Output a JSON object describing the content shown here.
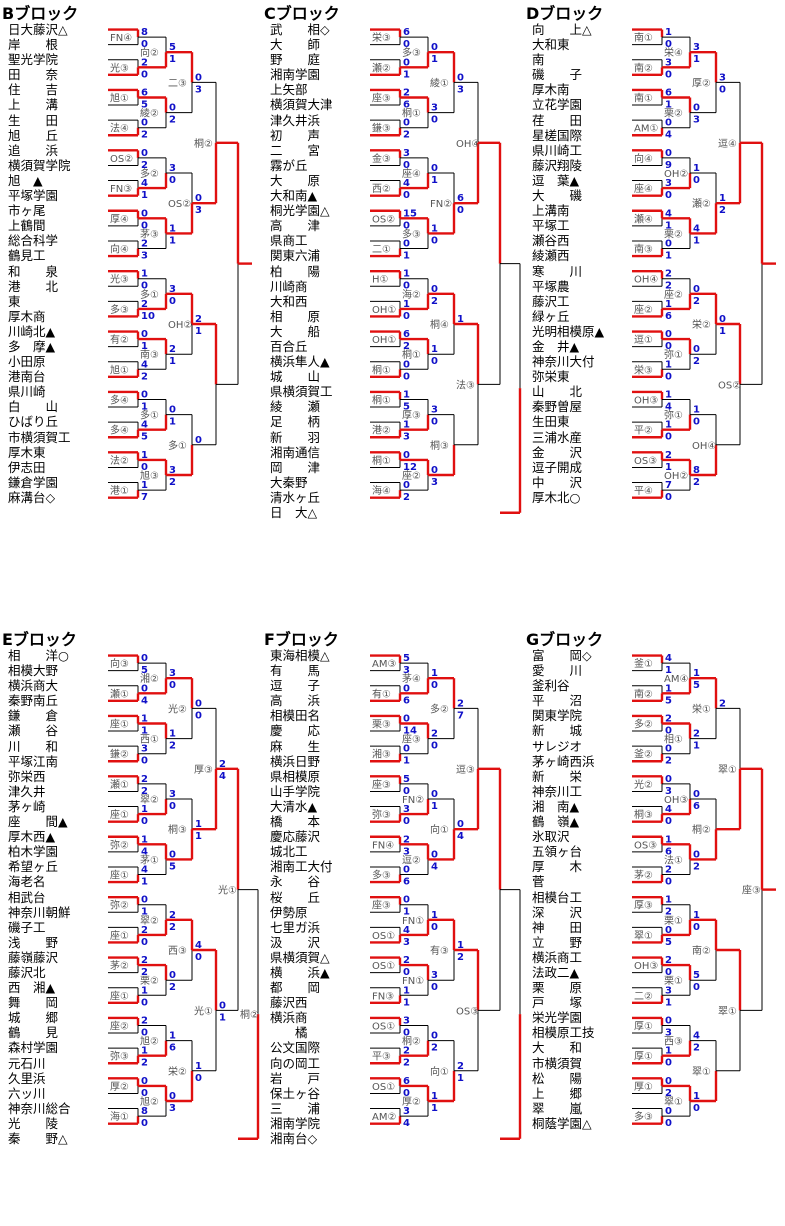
{
  "blocks": [
    {
      "id": "B",
      "title": "Bブロック",
      "teams": [
        "日大藤沢△",
        "岸　　根",
        "聖光学院",
        "田　　奈",
        "住　　吉",
        "上　　溝",
        "生　　田",
        "旭　　丘",
        "追　　浜",
        "横須賀学院",
        "旭　▲",
        "平塚学園",
        "市ヶ尾",
        "上鶴間",
        "総合科学",
        "鶴見工",
        "和　　泉",
        "港　　北",
        "東",
        "厚木商",
        "川崎北▲",
        "多　摩▲",
        "小田原",
        "港南台",
        "県川崎",
        "白　　山",
        "ひばり丘",
        "市横須賀工",
        "厚木東",
        "伊志田",
        "鎌倉学園",
        "麻溝台◇"
      ],
      "scores": [
        "8",
        "0",
        "2",
        "0",
        "6",
        "5",
        "0",
        "2",
        "0",
        "2",
        "4",
        "1",
        "0",
        "0",
        "2",
        "3",
        "1",
        "0",
        "2",
        "10",
        "0",
        "1",
        "4",
        "2",
        "0",
        "1",
        "4",
        "5",
        "1",
        "0",
        "1",
        "7",
        "5",
        "1",
        "0",
        "2",
        "3",
        "0",
        "1",
        "1",
        "3",
        "0",
        "2",
        "1",
        "0",
        "1",
        "3",
        "2",
        "0",
        "3",
        "0",
        "3",
        "2",
        "1",
        "0"
      ],
      "notes": [
        "FN④",
        "光③",
        "旭①",
        "法④",
        "OS②",
        "FN③",
        "厚④",
        "向④",
        "光③",
        "多③",
        "有②",
        "旭①",
        "多④",
        "多④",
        "法②",
        "港①",
        "向②",
        "綾②",
        "多②",
        "茅③",
        "多①",
        "南③",
        "多①",
        "旭③",
        "二③",
        "OS②",
        "OH②",
        "多①",
        "桐②"
      ]
    },
    {
      "id": "C",
      "title": "Cブロック",
      "teams": [
        "武　　相◇",
        "大　　師",
        "野　　庭",
        "湘南学園",
        "上矢部",
        "横須賀大津",
        "津久井浜",
        "初　　声",
        "二　　宮",
        "霧が丘",
        "大　　原",
        "大和南▲",
        "桐光学園△",
        "高　　津",
        "県商工",
        "関東六浦",
        "柏　　陽",
        "川崎商",
        "大和西",
        "相　　原",
        "大　　船",
        "百合丘",
        "横浜隼人▲",
        "城　　山",
        "県横須賀工",
        "綾　　瀬",
        "足　　柄",
        "新　　羽",
        "湘南通信",
        "岡　　津",
        "大秦野",
        "清水ヶ丘",
        "日　大△"
      ],
      "scores": [
        "6",
        "0",
        "0",
        "1",
        "2",
        "6",
        "0",
        "2",
        "3",
        "0",
        "4",
        "0",
        "15",
        "0",
        "0",
        "1",
        "1",
        "0",
        "1",
        "0",
        "6",
        "2",
        "0",
        "0",
        "1",
        "5",
        "1",
        "3",
        "0",
        "12",
        "0",
        "2",
        "0",
        "1",
        "3",
        "0",
        "0",
        "1",
        "1",
        "0",
        "0",
        "2",
        "1",
        "0",
        "3",
        "0",
        "0",
        "3",
        "0",
        "3",
        "6",
        "0",
        "1"
      ],
      "notes": [
        "栄③",
        "瀬②",
        "座③",
        "鎌③",
        "金③",
        "西②",
        "OS②",
        "二①",
        "H①",
        "OH①",
        "OH①",
        "桐①",
        "桐①",
        "港②",
        "桐①",
        "海④",
        "多③",
        "桐①",
        "座④",
        "多③",
        "海②",
        "桐①",
        "厚③",
        "座②",
        "綾①",
        "FN②",
        "桐④",
        "桐③",
        "OH④",
        "法③"
      ]
    },
    {
      "id": "D",
      "title": "Dブロック",
      "teams": [
        "向　　上△",
        "大和東",
        "南",
        "磯　　子",
        "厚木南",
        "立花学園",
        "荏　　田",
        "星槎国際",
        "県川崎工",
        "藤沢翔陵",
        "逗　葉▲",
        "大　　磯",
        "上溝南",
        "平塚工",
        "瀬谷西",
        "綾瀬西",
        "寒　　川",
        "平塚農",
        "藤沢工",
        "緑ヶ丘",
        "光明相模原▲",
        "金　井▲",
        "神奈川大付",
        "弥栄東",
        "山　　北",
        "秦野曽屋",
        "生田東",
        "三浦水産",
        "金　　沢",
        "逗子開成",
        "中　　沢",
        "厚木北○"
      ],
      "scores": [
        "1",
        "0",
        "3",
        "0",
        "6",
        "1",
        "0",
        "4",
        "0",
        "9",
        "3",
        "0",
        "4",
        "1",
        "0",
        "1",
        "2",
        "2",
        "1",
        "6",
        "0",
        "0",
        "1",
        "0",
        "1",
        "4",
        "1",
        "0",
        "2",
        "1",
        "7",
        "0",
        "3",
        "1",
        "0",
        "3",
        "1",
        "0",
        "4",
        "1",
        "0",
        "2",
        "0",
        "2",
        "1",
        "0",
        "8",
        "2",
        "3",
        "0",
        "1",
        "2",
        "0",
        "1"
      ],
      "notes": [
        "南①",
        "南②",
        "南①",
        "AM①",
        "向④",
        "座④",
        "瀬④",
        "南③",
        "OH④",
        "座②",
        "逗①",
        "栄③",
        "OH③",
        "平②",
        "OS③",
        "平④",
        "栄④",
        "栗②",
        "OH②",
        "栗②",
        "座②",
        "弥①",
        "弥①",
        "OH②",
        "厚②",
        "瀬②",
        "栄②",
        "OH④",
        "逗④",
        "OS②"
      ]
    },
    {
      "id": "E",
      "title": "Eブロック",
      "teams": [
        "相　　洋○",
        "相模大野",
        "横浜商大",
        "秦野南丘",
        "鎌　　倉",
        "瀬　　谷",
        "川　　和",
        "平塚江南",
        "弥栄西",
        "津久井",
        "茅ヶ崎",
        "座　　間▲",
        "厚木西▲",
        "柏木学園",
        "希望ヶ丘",
        "海老名",
        "相武台",
        "神奈川朝鮮",
        "磯子工",
        "浅　　野",
        "藤嶺藤沢",
        "藤沢北",
        "西　湘▲",
        "舞　　岡",
        "城　　郷",
        "鶴　　見",
        "森村学園",
        "元石川",
        "久里浜",
        "六ッ川",
        "神奈川総合",
        "光　　陵",
        "秦　　野△"
      ],
      "scores": [
        "0",
        "5",
        "0",
        "4",
        "1",
        "1",
        "3",
        "0",
        "2",
        "2",
        "1",
        "0",
        "1",
        "4",
        "4",
        "1",
        "0",
        "1",
        "2",
        "0",
        "2",
        "2",
        "1",
        "0",
        "2",
        "0",
        "1",
        "2",
        "0",
        "0",
        "8",
        "0",
        "3",
        "0",
        "1",
        "2",
        "3",
        "0",
        "0",
        "5",
        "2",
        "2",
        "0",
        "2",
        "1",
        "6",
        "0",
        "3",
        "0",
        "0",
        "1",
        "1",
        "4",
        "0",
        "1",
        "0",
        "2",
        "4",
        "0",
        "1"
      ],
      "notes": [
        "向③",
        "瀬①",
        "座①",
        "鎌②",
        "瀬①",
        "座①",
        "弥②",
        "座①",
        "弥②",
        "座①",
        "茅②",
        "座①",
        "座②",
        "弥③",
        "厚②",
        "海①",
        "湘②",
        "西①",
        "翠②",
        "茅①",
        "翠②",
        "栗②",
        "旭②",
        "旭②",
        "光②",
        "桐③",
        "西③",
        "栄②",
        "厚③",
        "光①",
        "光①",
        "桐②"
      ]
    },
    {
      "id": "F",
      "title": "Fブロック",
      "teams": [
        "東海相模△",
        "有　　馬",
        "逗　　子",
        "高　　浜",
        "相模田名",
        "慶　　応",
        "麻　　生",
        "横浜日野",
        "県相模原",
        "山手学院",
        "大清水▲",
        "橋　　本",
        "慶応藤沢",
        "城北工",
        "湘南工大付",
        "永　　谷",
        "桜　　丘",
        "伊勢原",
        "七里ガ浜",
        "汲　　沢",
        "県横須賀△",
        "横　　浜▲",
        "都　　岡",
        "藤沢西",
        "横浜商",
        "　　橘",
        "公文国際",
        "向の岡工",
        "岩　　戸",
        "保土ヶ谷",
        "三　　浦",
        "湘南学院",
        "湘南台◇"
      ],
      "scores": [
        "5",
        "3",
        "0",
        "6",
        "0",
        "14",
        "0",
        "1",
        "5",
        "0",
        "3",
        "0",
        "2",
        "3",
        "0",
        "6",
        "0",
        "1",
        "4",
        "3",
        "2",
        "0",
        "1",
        "1",
        "3",
        "0",
        "2",
        "2",
        "6",
        "0",
        "3",
        "4",
        "1",
        "0",
        "2",
        "0",
        "0",
        "1",
        "0",
        "4",
        "1",
        "0",
        "3",
        "0",
        "0",
        "2",
        "1",
        "1",
        "2",
        "7",
        "0",
        "4",
        "1",
        "2",
        "2",
        "1"
      ],
      "notes": [
        "AM③",
        "有①",
        "栗③",
        "湘③",
        "座③",
        "弥③",
        "FN④",
        "多③",
        "座③",
        "OS①",
        "OS①",
        "FN③",
        "OS①",
        "平③",
        "OS①",
        "AM②",
        "茅④",
        "座③",
        "FN②",
        "逗②",
        "FN①",
        "FN①",
        "桐②",
        "厚②",
        "多②",
        "向①",
        "有③",
        "向①",
        "逗③",
        "OS③"
      ]
    },
    {
      "id": "G",
      "title": "Gブロック",
      "teams": [
        "富　　岡◇",
        "愛　　川",
        "釜利谷",
        "平　　沼",
        "関東学院",
        "新　　城",
        "サレジオ",
        "茅ヶ崎西浜",
        "新　　栄",
        "神奈川工",
        "湘　南▲",
        "鶴　嶺▲",
        "氷取沢",
        "五領ヶ台",
        "厚　　木",
        "菅",
        "相模台工",
        "深　　沢",
        "神　　田",
        "立　　野",
        "横浜商工",
        "法政二▲",
        "栗　　原",
        "戸　　塚",
        "栄光学園",
        "相模原工技",
        "大　　和",
        "市横須賀",
        "松　　陽",
        "上　　郷",
        "翠　　嵐",
        "桐蔭学園△"
      ],
      "scores": [
        "4",
        "1",
        "1",
        "5",
        "2",
        "0",
        "0",
        "2",
        "0",
        "3",
        "4",
        "0",
        "1",
        "6",
        "2",
        "0",
        "1",
        "2",
        "0",
        "5",
        "2",
        "0",
        "3",
        "1",
        "0",
        "3",
        "1",
        "0",
        "0",
        "2",
        "0",
        "0",
        "1",
        "5",
        "2",
        "1",
        "0",
        "6",
        "0",
        "2",
        "1",
        "0",
        "5",
        "0",
        "4",
        "2",
        "1",
        "0",
        "2"
      ],
      "notes": [
        "釜①",
        "南②",
        "多②",
        "釜②",
        "光②",
        "桐③",
        "OS③",
        "茅②",
        "厚③",
        "翠①",
        "OH③",
        "二②",
        "厚①",
        "厚①",
        "厚①",
        "多③",
        "AM④",
        "相①",
        "OH③",
        "法①",
        "栗①",
        "栗①",
        "西③",
        "翠①",
        "栄①",
        "桐②",
        "南②",
        "翠①",
        "翠①",
        "翠①",
        "座③"
      ]
    }
  ]
}
